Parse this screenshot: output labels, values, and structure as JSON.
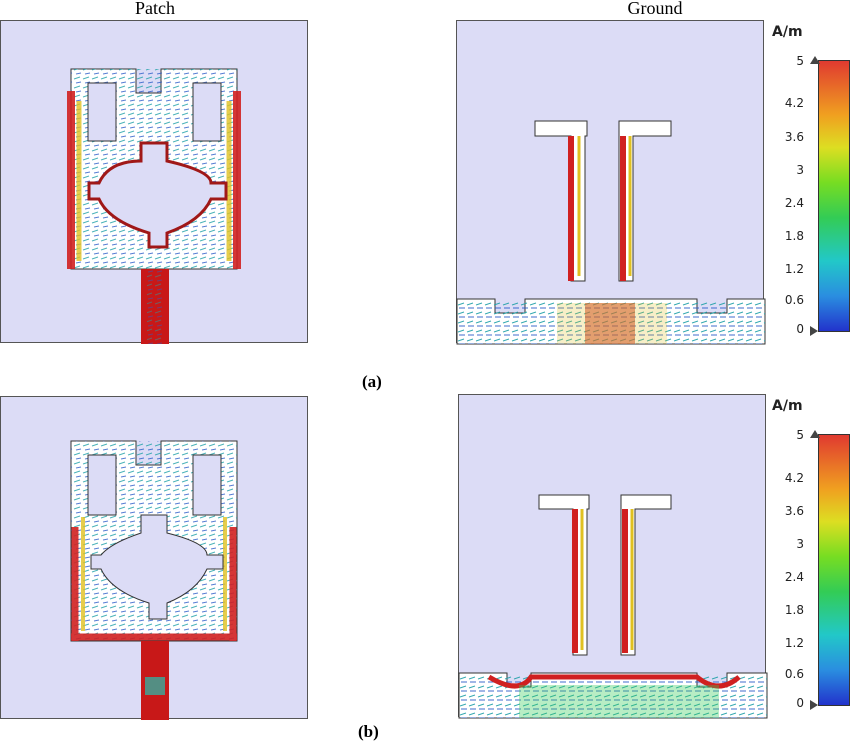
{
  "headers": {
    "patch": "Patch",
    "ground": "Ground"
  },
  "captions": {
    "a": "(a)",
    "b": "(b)"
  },
  "colorbar": {
    "unit": "A/m",
    "ticks": [
      "5",
      "4.2",
      "3.6",
      "3",
      "2.4",
      "1.8",
      "1.2",
      "0.6",
      "0"
    ],
    "colors": {
      "low": "#2233cc",
      "mid": "#33cc55",
      "high": "#e03a30",
      "substrate": "#dcdcf6",
      "metal": "#ffffff"
    }
  }
}
